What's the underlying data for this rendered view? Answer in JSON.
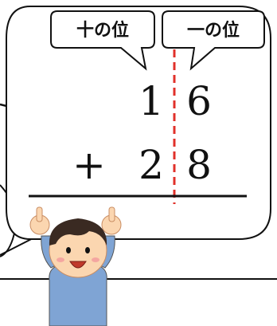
{
  "labels": {
    "tens_place": "十の位",
    "ones_place": "一の位"
  },
  "problem": {
    "row1": {
      "tens": "1",
      "ones": "6"
    },
    "row2": {
      "operator": "+",
      "tens": "2",
      "ones": "8"
    }
  },
  "colors": {
    "divider": "#e0302a",
    "line": "#111111",
    "shirt": "#7fa4d4",
    "skin": "#fbd6b0",
    "hair": "#3a2a22"
  }
}
